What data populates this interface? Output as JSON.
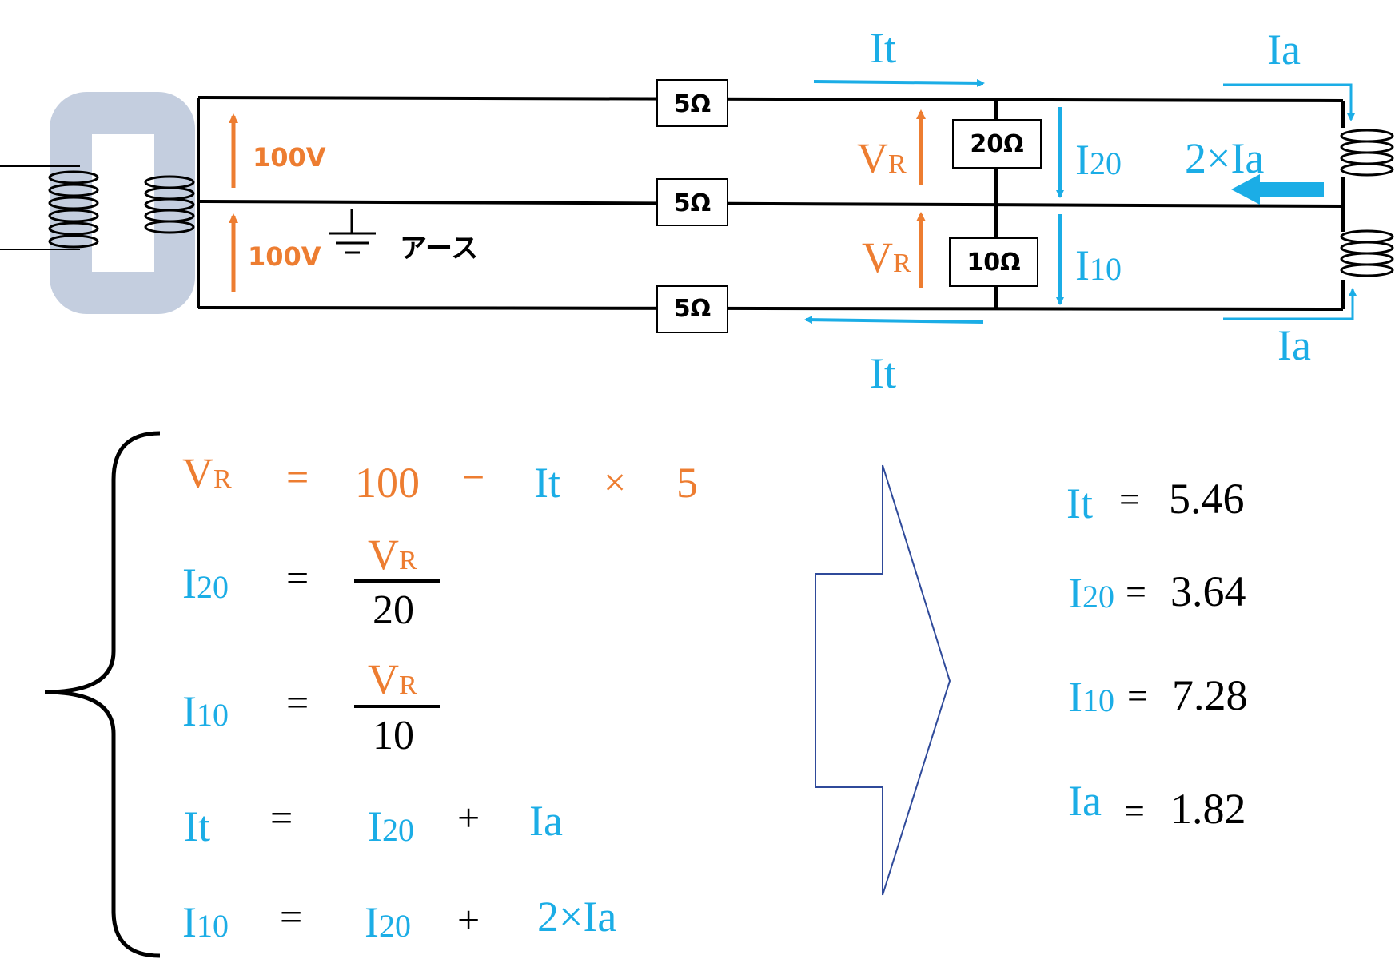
{
  "colors": {
    "orange": "#ED7D31",
    "blue": "#1BADE6",
    "black": "#000000",
    "core": "#C4CEDF",
    "arrow_outline": "#2F4A9A"
  },
  "circuit": {
    "resistor_top": "5Ω",
    "resistor_mid": "5Ω",
    "resistor_bot": "5Ω",
    "load_upper": "20Ω",
    "load_lower": "10Ω",
    "voltage_upper": "100V",
    "voltage_lower": "100V",
    "earth_label": "アース",
    "vr_main": "V",
    "vr_sub": "R",
    "it_main": "I",
    "it_sub": "t",
    "ia_main": "I",
    "ia_sub": "a",
    "i20_main": "I",
    "i20_sub": "20",
    "i10_main": "I",
    "i10_sub": "10",
    "two_ia": "2×Ia"
  },
  "equations": {
    "eq1": {
      "op_eq": "=",
      "value": "100",
      "minus": "−",
      "times": "×",
      "factor": "5"
    },
    "eq2": {
      "op_eq": "=",
      "denominator": "20"
    },
    "eq3": {
      "op_eq": "=",
      "denominator": "10"
    },
    "eq4": {
      "op_eq": "=",
      "plus": "+"
    },
    "eq5": {
      "op_eq": "=",
      "plus": "+",
      "rhs": "2×Ia"
    }
  },
  "results": [
    {
      "main": "I",
      "sub": "t",
      "eq": "=",
      "value": "5.46"
    },
    {
      "main": "I",
      "sub": "20",
      "eq": "=",
      "value": "3.64"
    },
    {
      "main": "I",
      "sub": "10",
      "eq": "=",
      "value": "7.28"
    },
    {
      "main": "I",
      "sub": "a",
      "eq": "=",
      "value": "1.82"
    }
  ]
}
